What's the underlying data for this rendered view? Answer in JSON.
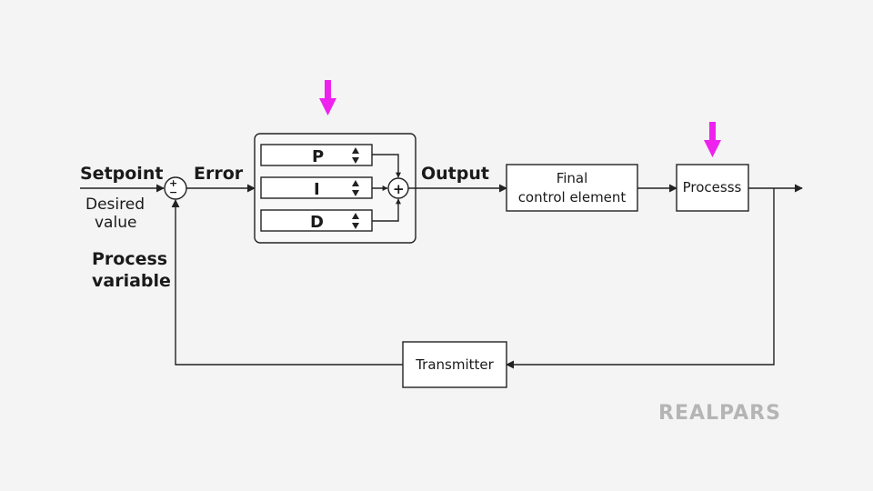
{
  "labels": {
    "setpoint": "Setpoint",
    "desired_1": "Desired",
    "desired_2": "value",
    "error": "Error",
    "output": "Output",
    "process_var_1": "Process",
    "process_var_2": "variable"
  },
  "summing_junction": {
    "plus": "+",
    "minus": "−"
  },
  "pid_sum": {
    "symbol": "+"
  },
  "pid_terms": [
    {
      "label": "P"
    },
    {
      "label": "I"
    },
    {
      "label": "D"
    }
  ],
  "blocks": {
    "final_element_1": "Final",
    "final_element_2": "control element",
    "process": "Processs",
    "transmitter": "Transmitter"
  },
  "logo": {
    "text": "REALPARS"
  },
  "colors": {
    "highlight_arrow": "#ee22ee",
    "line": "#222222",
    "logo": "#b5b5b5"
  }
}
